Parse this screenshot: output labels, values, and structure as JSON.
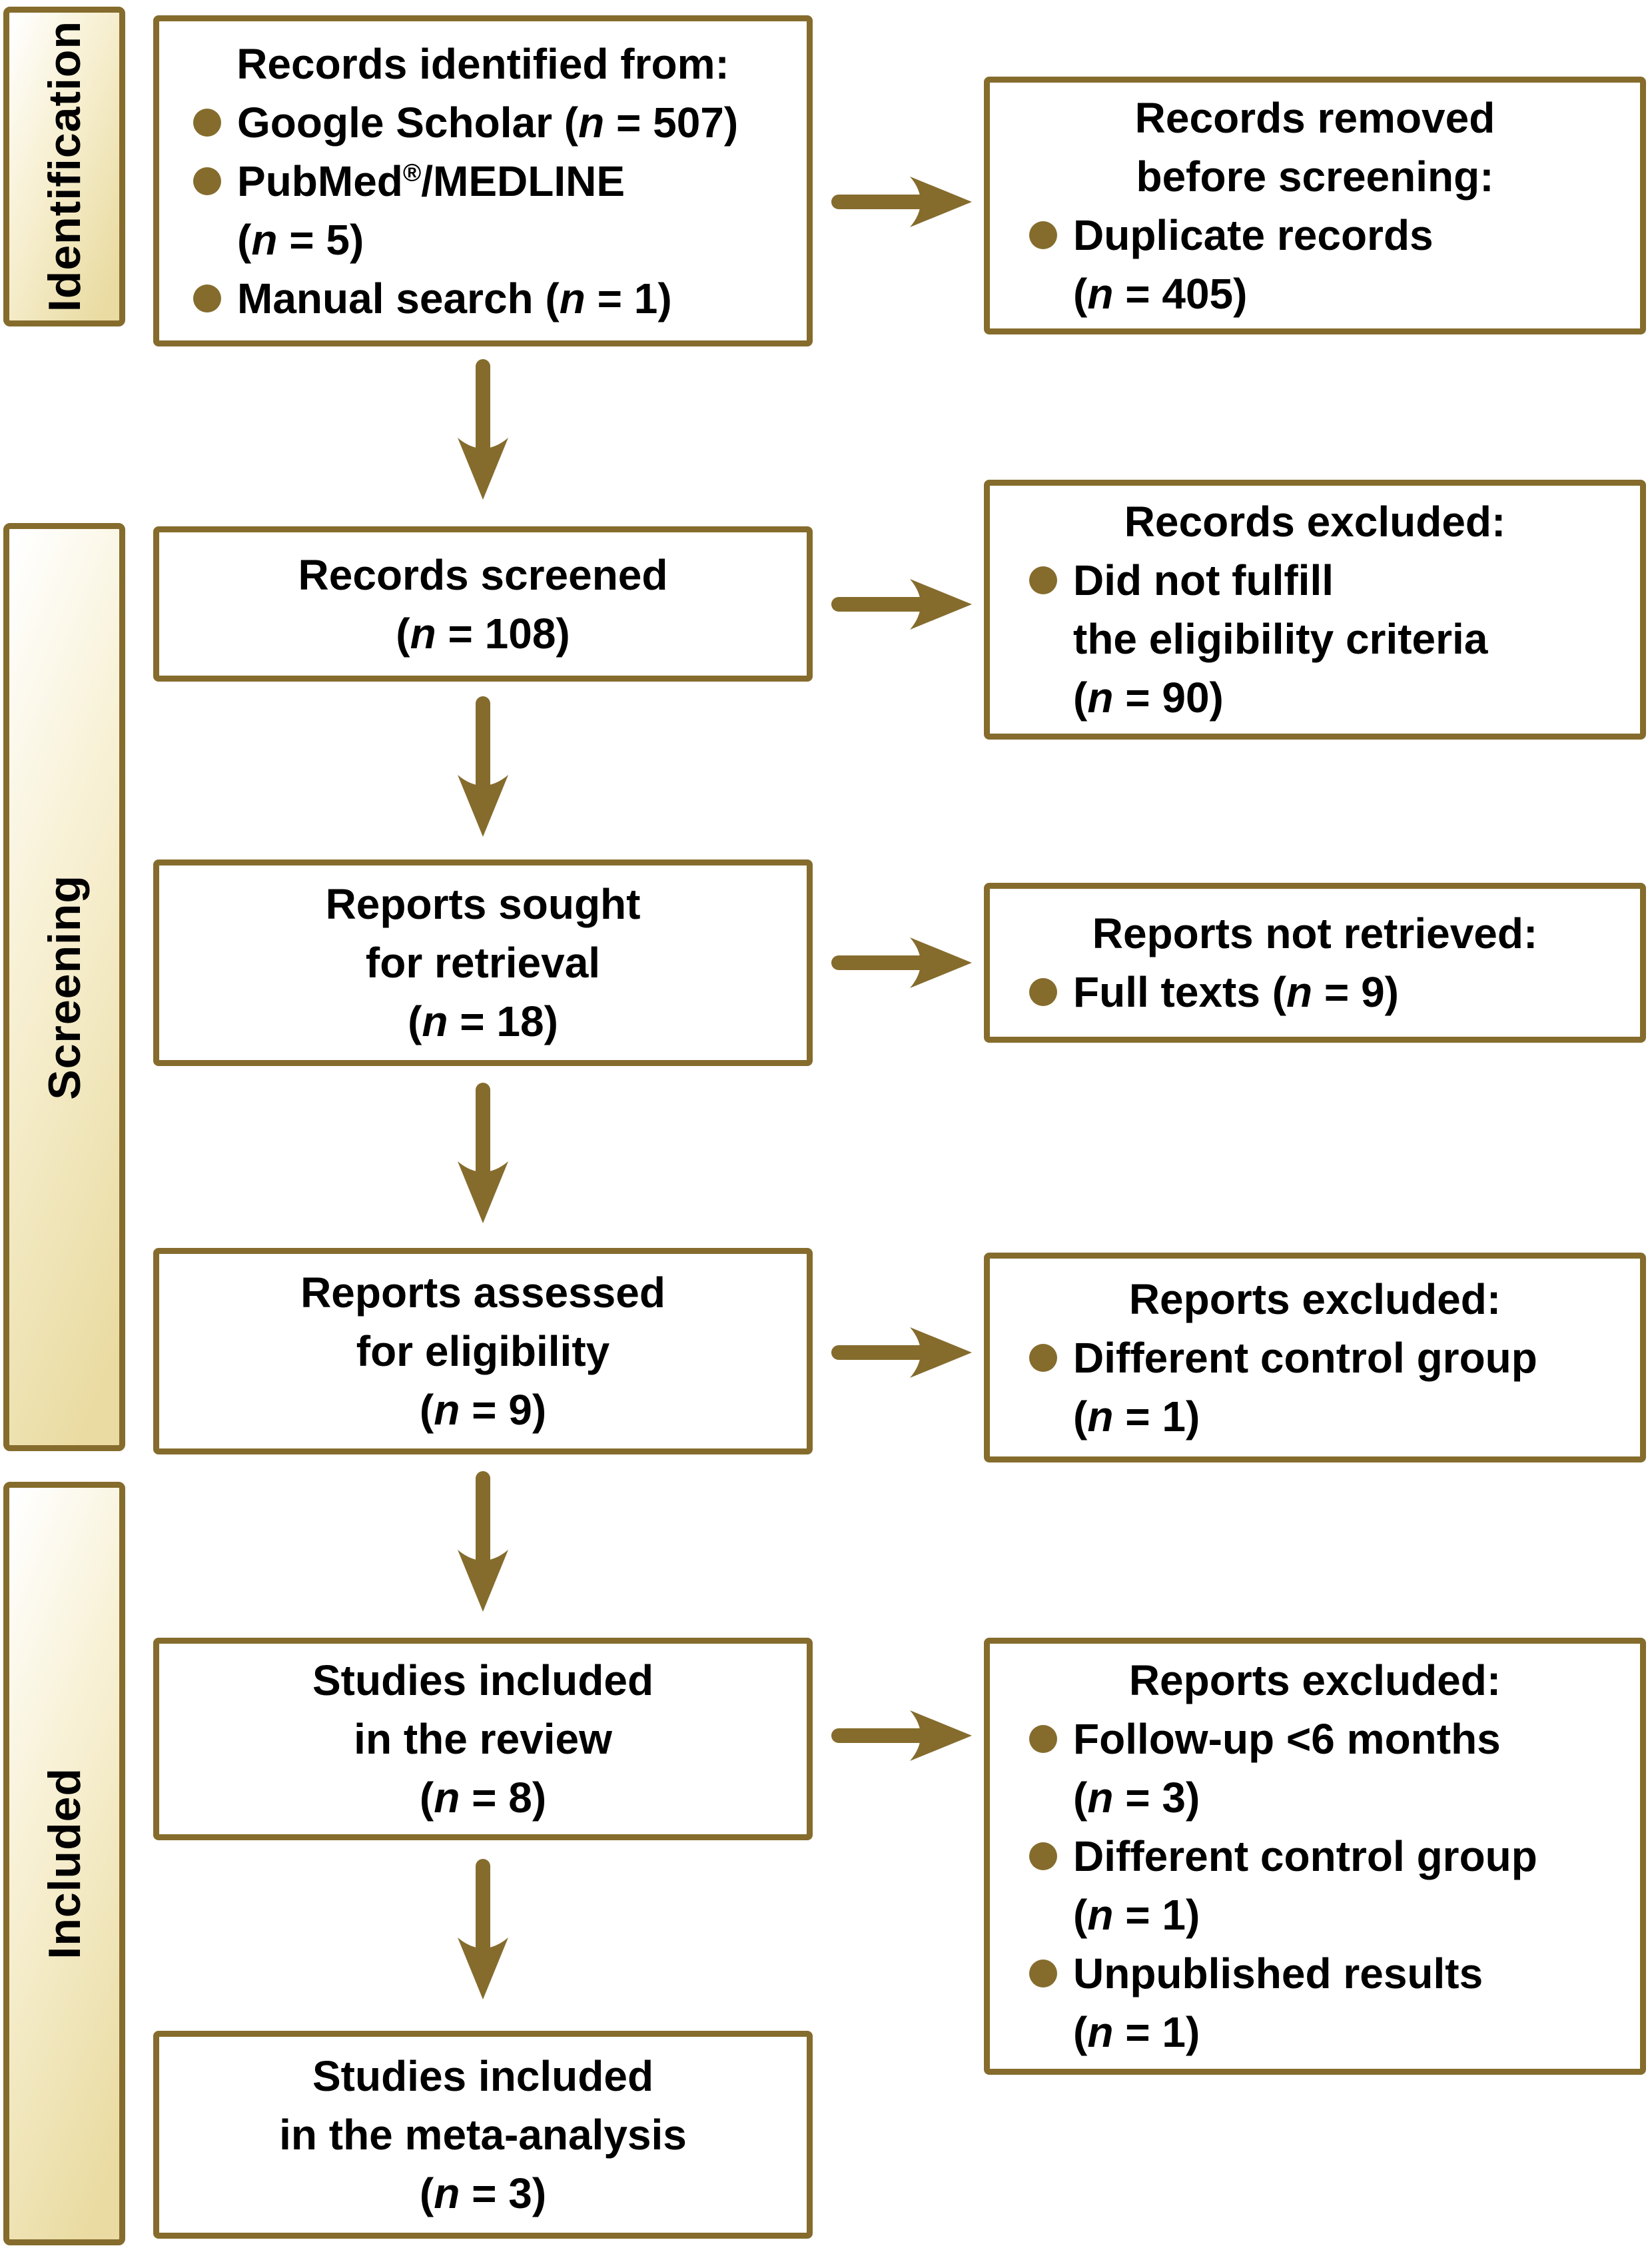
{
  "palette": {
    "gold": "#856C2D",
    "text": "#000000",
    "box_bg": "#FFFFFF"
  },
  "stages": [
    {
      "label": "Identification"
    },
    {
      "label": "Screening"
    },
    {
      "label": "Included"
    }
  ],
  "main_boxes": [
    {
      "id": "records-identified",
      "lines": [
        {
          "text": "Records identified from:",
          "style": "center"
        },
        {
          "text": "Google Scholar (n = 507)",
          "style": "bullet"
        },
        {
          "text": "PubMed®/MEDLINE",
          "style": "bullet"
        },
        {
          "text": "(n = 5)",
          "style": "cont"
        },
        {
          "text": "Manual search (n = 1)",
          "style": "bullet"
        }
      ]
    },
    {
      "id": "records-screened",
      "lines": [
        {
          "text": "Records screened",
          "style": "center"
        },
        {
          "text": "(n = 108)",
          "style": "center"
        }
      ]
    },
    {
      "id": "reports-sought",
      "lines": [
        {
          "text": "Reports sought",
          "style": "center"
        },
        {
          "text": "for retrieval",
          "style": "center"
        },
        {
          "text": "(n = 18)",
          "style": "center"
        }
      ]
    },
    {
      "id": "reports-assessed",
      "lines": [
        {
          "text": "Reports assessed",
          "style": "center"
        },
        {
          "text": "for eligibility",
          "style": "center"
        },
        {
          "text": "(n = 9)",
          "style": "center"
        }
      ]
    },
    {
      "id": "studies-included-review",
      "lines": [
        {
          "text": "Studies included",
          "style": "center"
        },
        {
          "text": "in the review",
          "style": "center"
        },
        {
          "text": "(n = 8)",
          "style": "center"
        }
      ]
    },
    {
      "id": "studies-included-meta",
      "lines": [
        {
          "text": "Studies included",
          "style": "center"
        },
        {
          "text": "in the meta-analysis",
          "style": "center"
        },
        {
          "text": "(n = 3)",
          "style": "center"
        }
      ]
    }
  ],
  "side_boxes": [
    {
      "id": "records-removed",
      "lines": [
        {
          "text": "Records removed",
          "style": "center"
        },
        {
          "text": "before screening:",
          "style": "center"
        },
        {
          "text": "Duplicate records",
          "style": "bullet"
        },
        {
          "text": "(n = 405)",
          "style": "cont"
        }
      ]
    },
    {
      "id": "records-excluded",
      "lines": [
        {
          "text": "Records excluded:",
          "style": "center"
        },
        {
          "text": "Did not fulfill",
          "style": "bullet"
        },
        {
          "text": "the eligibility criteria",
          "style": "cont"
        },
        {
          "text": "(n = 90)",
          "style": "cont"
        }
      ]
    },
    {
      "id": "reports-not-retrieved",
      "lines": [
        {
          "text": "Reports not retrieved:",
          "style": "center"
        },
        {
          "text": "Full texts (n = 9)",
          "style": "bullet"
        }
      ]
    },
    {
      "id": "reports-excluded-eligibility",
      "lines": [
        {
          "text": "Reports excluded:",
          "style": "center"
        },
        {
          "text": "Different control group",
          "style": "bullet"
        },
        {
          "text": "(n = 1)",
          "style": "cont"
        }
      ]
    },
    {
      "id": "reports-excluded-review",
      "lines": [
        {
          "text": "Reports excluded:",
          "style": "center"
        },
        {
          "text": "Follow-up <6 months",
          "style": "bullet"
        },
        {
          "text": "(n = 3)",
          "style": "cont"
        },
        {
          "text": "Different control group",
          "style": "bullet"
        },
        {
          "text": "(n = 1)",
          "style": "cont"
        },
        {
          "text": "Unpublished results",
          "style": "bullet"
        },
        {
          "text": "(n = 1)",
          "style": "cont"
        }
      ]
    }
  ]
}
